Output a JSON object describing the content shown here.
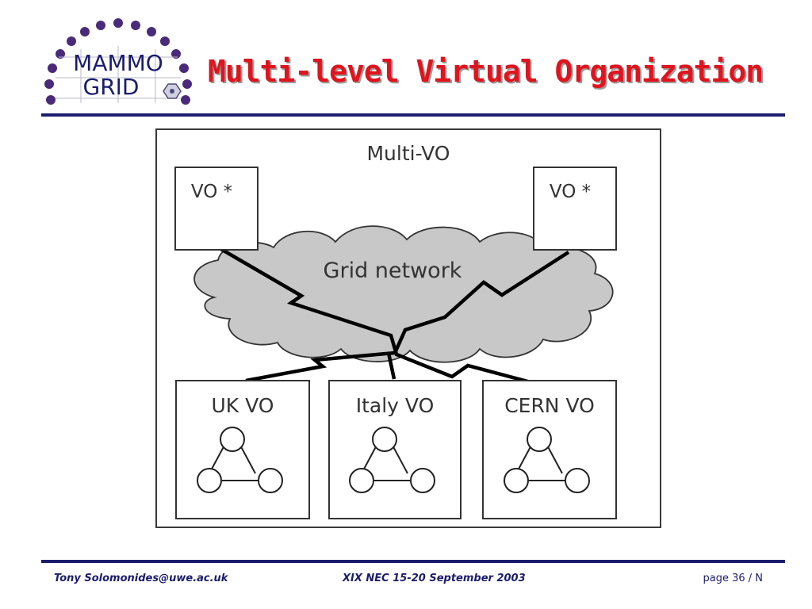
{
  "slide": {
    "title": "Multi-level Virtual Organization",
    "colors": {
      "title": "#e0141e",
      "rule": "#1c1c6e",
      "cloud": "#c8c8c8",
      "logo_text": "#1c1c6e"
    }
  },
  "logo": {
    "line1": "MAMMO",
    "line2": "GRID"
  },
  "diagram": {
    "outer_label": "Multi-VO",
    "top_left_box": "VO *",
    "top_right_box": "VO *",
    "cloud_label": "Grid network",
    "bottom_boxes": [
      "UK VO",
      "Italy VO",
      "CERN VO"
    ]
  },
  "footer": {
    "left": "Tony Solomonides@uwe.ac.uk",
    "center": "XIX NEC 15-20 September 2003",
    "right": "page 36 / N"
  }
}
